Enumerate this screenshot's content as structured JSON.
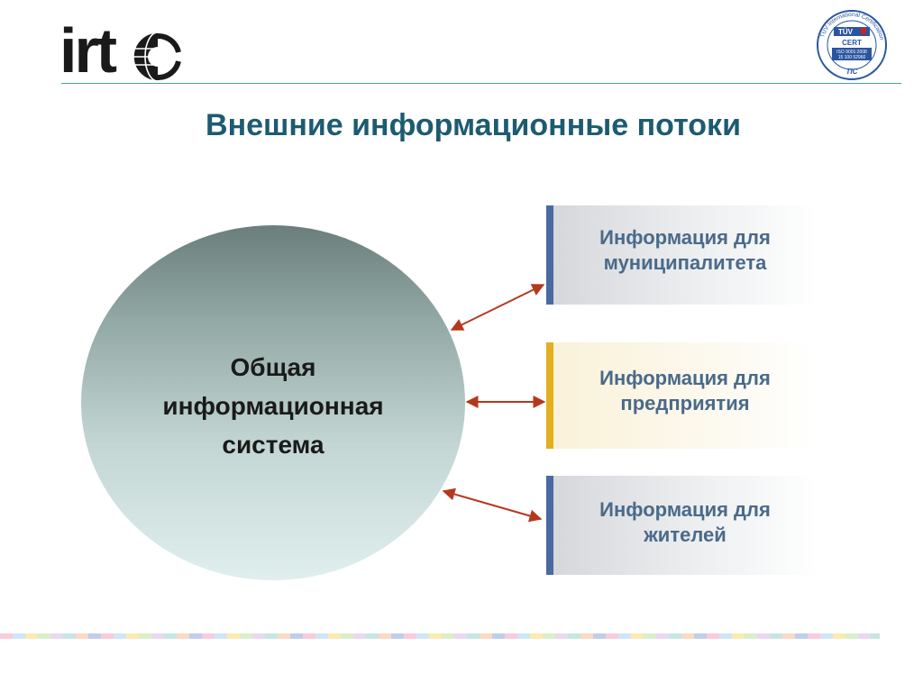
{
  "logo": {
    "text": "irt"
  },
  "certification": {
    "ring_text": "TÜV International Certification",
    "mark": "TÜV",
    "brand": "CERT",
    "standard": "ISO 9001:2008",
    "number": "15 100 52960",
    "footer": "TIC"
  },
  "title": "Внешние информационные потоки",
  "center": {
    "line1": "Общая",
    "line2": "информационная",
    "line3": "система"
  },
  "boxes": [
    {
      "line1": "Информация для",
      "line2": "муниципалитета"
    },
    {
      "line1": "Информация для",
      "line2": "предприятия"
    },
    {
      "line1": "Информация для",
      "line2": "жителей"
    }
  ],
  "colors": {
    "title": "#1d5b70",
    "arrow": "#b5381c",
    "box_text": "#4a6a8a",
    "box_bar": "#4a6aa0",
    "box_bar_highlight": "#e0b020"
  }
}
